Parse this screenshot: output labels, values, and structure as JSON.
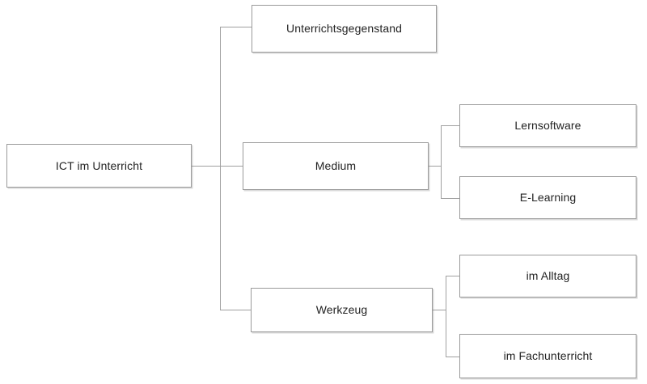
{
  "diagram": {
    "type": "tree-diagram",
    "orientation": "left-to-right",
    "background_color": "#ffffff",
    "line_color": "#a0a0a0",
    "box_border_color": "#9a9a9a",
    "text_color": "#232323",
    "root": {
      "id": "root",
      "label": "ICT im Unterricht"
    },
    "level1": [
      {
        "id": "unterrichtsgegenstand",
        "label": "Unterrichtsgegenstand"
      },
      {
        "id": "medium",
        "label": "Medium"
      },
      {
        "id": "werkzeug",
        "label": "Werkzeug"
      }
    ],
    "level2": {
      "medium": [
        {
          "id": "lernsoftware",
          "label": "Lernsoftware"
        },
        {
          "id": "elearning",
          "label": "E-Learning"
        }
      ],
      "werkzeug": [
        {
          "id": "im-alltag",
          "label": "im Alltag"
        },
        {
          "id": "im-fachunterricht",
          "label": "im Fachunterricht"
        }
      ]
    }
  }
}
